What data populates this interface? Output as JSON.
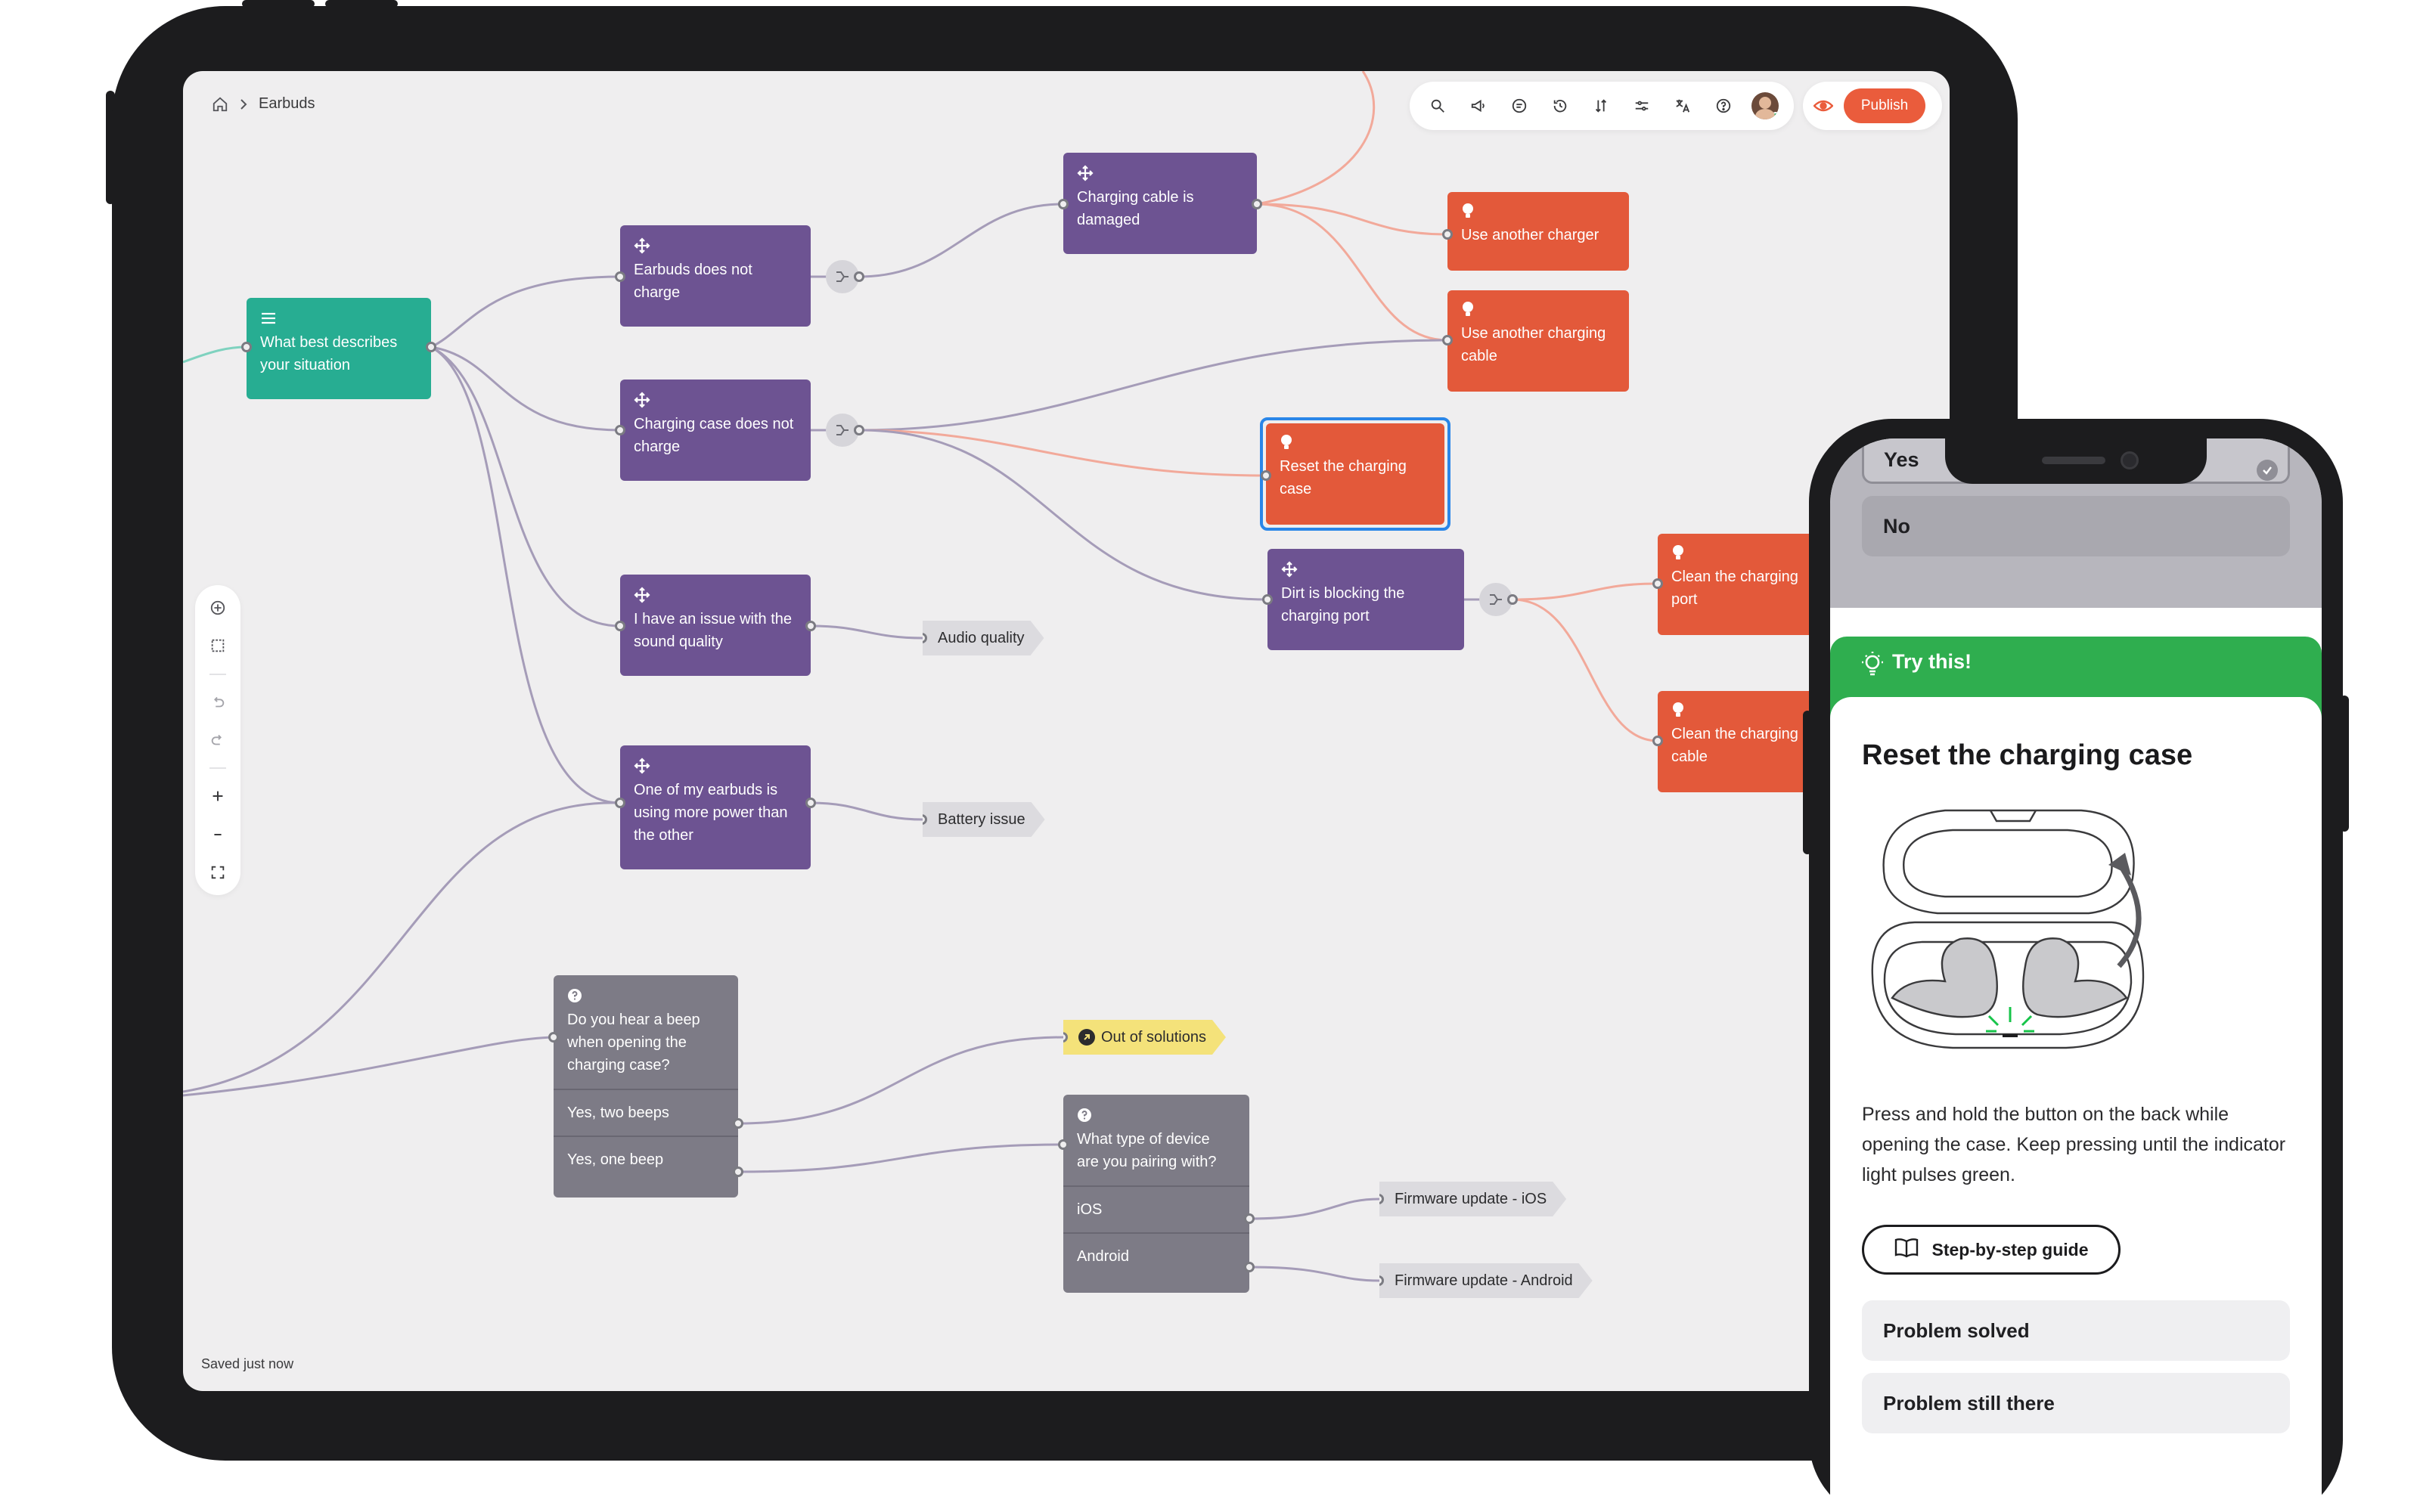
{
  "breadcrumb": {
    "current": "Earbuds"
  },
  "toolbar": {
    "publish_label": "Publish"
  },
  "status": {
    "saved": "Saved just now"
  },
  "nodes": {
    "root": "What best describes your situation",
    "no_charge": "Earbuds does not charge",
    "case_no_charge": "Charging case does not charge",
    "sound": "I have an issue with the sound quality",
    "power": "One of my earbuds is using more power than the other",
    "cable_damaged": "Charging cable is damaged",
    "another_charger": "Use another charger",
    "another_cable": "Use another charging cable",
    "reset_case": "Reset the charging case",
    "dirt": "Dirt is blocking the charging port",
    "clean_port": "Clean the charging port",
    "clean_cable": "Clean the charging cable",
    "beep_q": "Do you hear a beep when opening the charging case?",
    "beep_two": "Yes, two beeps",
    "beep_one": "Yes, one beep",
    "device_q": "What type of device are you pairing with?",
    "device_ios": "iOS",
    "device_android": "Android"
  },
  "tags": {
    "audio": "Audio quality",
    "battery": "Battery issue",
    "out": "Out of solutions",
    "fw_ios": "Firmware update - iOS",
    "fw_android": "Firmware update - Android"
  },
  "phone": {
    "yes": "Yes",
    "no": "No",
    "try_label": "Try this!",
    "title": "Reset the charging case",
    "description": "Press and hold the button on the back while opening the case. Keep pressing until the indicator light pulses green.",
    "guide_label": "Step-by-step guide",
    "solved": "Problem solved",
    "still": "Problem still there"
  },
  "colors": {
    "question": "#6d5392",
    "root": "#27ad92",
    "solution": "#e3593a",
    "logic": "#7d7b86",
    "selection": "#2a86e8",
    "publish": "#ea5c3c",
    "try_banner": "#2fae4f"
  }
}
